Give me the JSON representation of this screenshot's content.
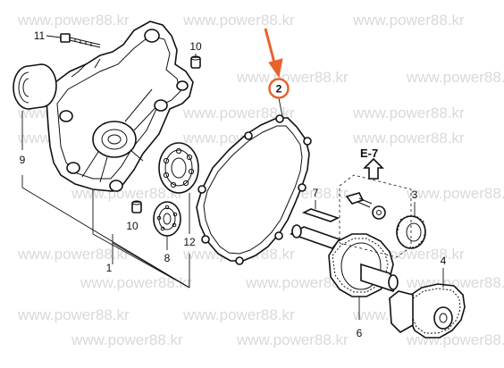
{
  "watermark": "www.power88.kr",
  "colors": {
    "highlight": "#e8632c",
    "ink": "#111111",
    "watermark": "#d9d9d9"
  },
  "labels": {
    "l1": "1",
    "l2": "2",
    "l3": "3",
    "l4": "4",
    "l6": "6",
    "l7": "7",
    "l8": "8",
    "l9": "9",
    "l10a": "10",
    "l10b": "10",
    "l11": "11",
    "l12": "12"
  },
  "reference": "E-7"
}
